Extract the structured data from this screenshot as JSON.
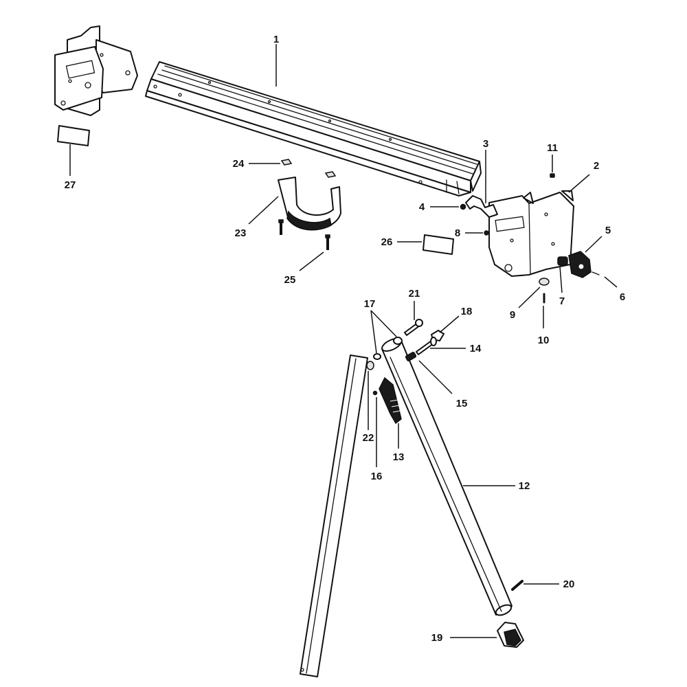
{
  "callouts": [
    {
      "id": "p1",
      "label": "1"
    },
    {
      "id": "p2",
      "label": "2"
    },
    {
      "id": "p3",
      "label": "3"
    },
    {
      "id": "p4",
      "label": "4"
    },
    {
      "id": "p5",
      "label": "5"
    },
    {
      "id": "p6",
      "label": "6"
    },
    {
      "id": "p7",
      "label": "7"
    },
    {
      "id": "p8",
      "label": "8"
    },
    {
      "id": "p9",
      "label": "9"
    },
    {
      "id": "p10",
      "label": "10"
    },
    {
      "id": "p11",
      "label": "11"
    },
    {
      "id": "p12",
      "label": "12"
    },
    {
      "id": "p13",
      "label": "13"
    },
    {
      "id": "p14",
      "label": "14"
    },
    {
      "id": "p15",
      "label": "15"
    },
    {
      "id": "p16",
      "label": "16"
    },
    {
      "id": "p17",
      "label": "17"
    },
    {
      "id": "p18",
      "label": "18"
    },
    {
      "id": "p19",
      "label": "19"
    },
    {
      "id": "p20",
      "label": "20"
    },
    {
      "id": "p21",
      "label": "21"
    },
    {
      "id": "p22",
      "label": "22"
    },
    {
      "id": "p23",
      "label": "23"
    },
    {
      "id": "p24",
      "label": "24"
    },
    {
      "id": "p25",
      "label": "25"
    },
    {
      "id": "p26",
      "label": "26"
    },
    {
      "id": "p27",
      "label": "27"
    }
  ]
}
